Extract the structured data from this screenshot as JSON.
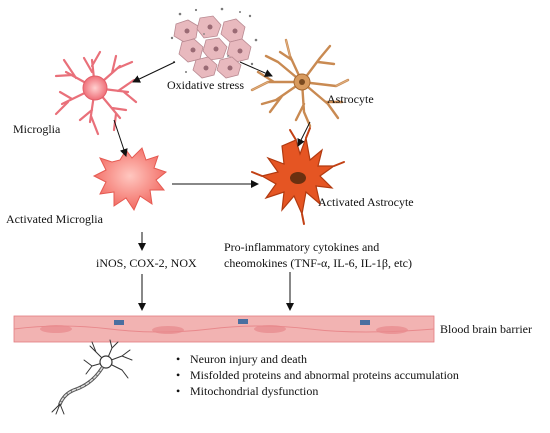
{
  "labels": {
    "oxidative_stress": "Oxidative stress",
    "microglia": "Microglia",
    "astrocyte": "Astrocyte",
    "activated_microglia": "Activated Microglia",
    "activated_astrocyte": "Activated Astrocyte",
    "microglia_products": "iNOS, COX-2, NOX",
    "astrocyte_products_line1": "Pro-inflammatory cytokines and",
    "astrocyte_products_line2": "cheomokines (TNF-α, IL-6, IL-1β, etc)",
    "bbb": "Blood brain barrier"
  },
  "outcomes": [
    "Neuron injury and death",
    "Misfolded proteins and abnormal proteins accumulation",
    "Mitochondrial dysfunction"
  ],
  "colors": {
    "microglia": "#e9707a",
    "activated_microglia": "#f26f66",
    "astrocyte": "#c98a52",
    "activated_astrocyte": "#e55523",
    "barrier": "#f2b3b2",
    "barrier_edge": "#e27c80",
    "junction": "#4a6fa0",
    "cells": "#e8b9be"
  }
}
